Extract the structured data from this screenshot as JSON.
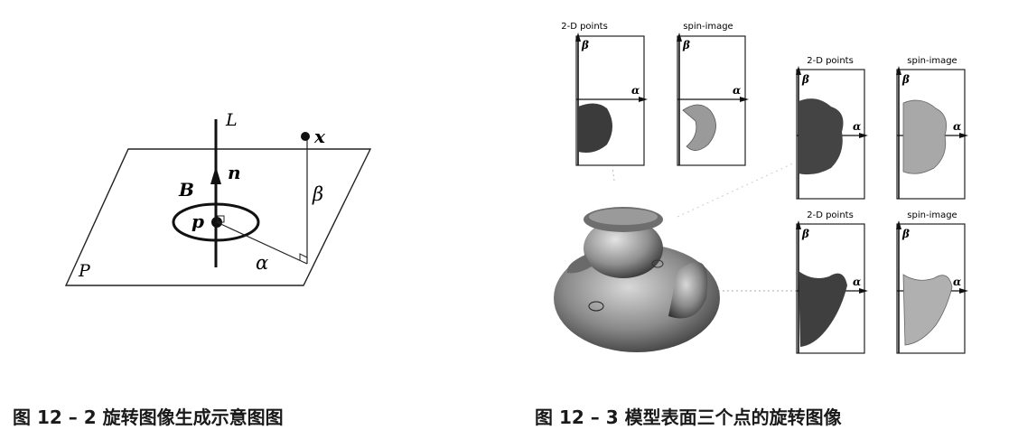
{
  "left_figure": {
    "caption": "图 12 – 2   旋转图像生成示意图图",
    "labels": {
      "line": "L",
      "normal": "n",
      "point_x": "x",
      "beta": "β",
      "b": "B",
      "p": "p",
      "alpha": "α",
      "plane": "P"
    }
  },
  "right_figure": {
    "caption": "图 12 – 3   模型表面三个点的旋转图像",
    "panels": [
      {
        "title": "2-D points",
        "axis_x": "α",
        "axis_y": "β",
        "style": "points"
      },
      {
        "title": "spin-image",
        "axis_x": "α",
        "axis_y": "β",
        "style": "spin"
      },
      {
        "title": "2-D points",
        "axis_x": "α",
        "axis_y": "β",
        "style": "points"
      },
      {
        "title": "spin-image",
        "axis_x": "α",
        "axis_y": "β",
        "style": "spin"
      },
      {
        "title": "2-D points",
        "axis_x": "α",
        "axis_y": "β",
        "style": "points"
      },
      {
        "title": "spin-image",
        "axis_x": "α",
        "axis_y": "β",
        "style": "spin"
      }
    ]
  }
}
